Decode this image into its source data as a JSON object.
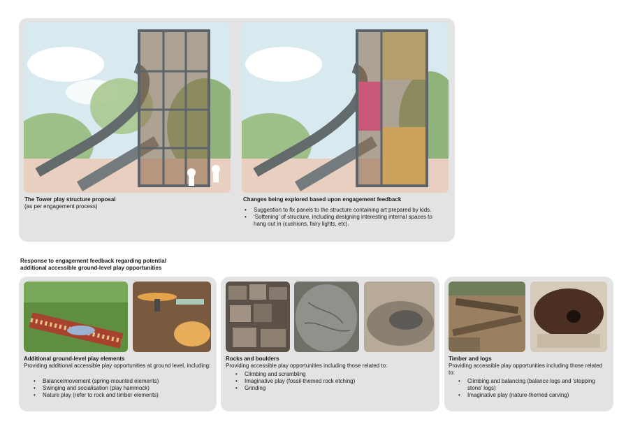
{
  "top": {
    "tower": {
      "title": "The Tower play structure proposal",
      "subtitle": "(as per engagement process)"
    },
    "changes": {
      "title": "Changes being explored based upon engagement feedback",
      "bullets": [
        "Suggestion to fix panels to the structure containing art prepared by kids.",
        "‘Softening’ of structure, including designing interesting internal spaces to hang out in (cushions, fairy lights, etc)."
      ]
    }
  },
  "response_heading": {
    "line1": "Response to engagement feedback regarding potential",
    "line2": "additional accessible ground-level play opportunities"
  },
  "cards": {
    "ground": {
      "title": "Additional ground-level play elements",
      "intro": "Providing additional accessible play opportunities at ground level, including:",
      "bullets": [
        "Balance/movement (spring-mounted elements)",
        "Swinging and socialisation (play hammock)",
        "Nature play (refer to rock and timber elements)"
      ]
    },
    "rocks": {
      "title": "Rocks and boulders",
      "intro": "Providing accessible play opportunities including those related to:",
      "bullets": [
        "Climbing and scrambling",
        "Imaginative play (fossil-themed rock etching)",
        "Grinding"
      ]
    },
    "timber": {
      "title": "Timber and logs",
      "intro": "Providing accessible play opportunities including those related to:",
      "bullets": [
        "Climbing and balancing (balance logs and ‘stepping stone’ logs)",
        "Imaginative play (nature-themed carving)"
      ]
    }
  },
  "colors": {
    "panel": "#e3e3e3",
    "sky": "#cfe3ea",
    "tower_steel": "#6d7478",
    "slide": "#6a7071",
    "timber": "#8a6a4a",
    "foliage": "#7fa36a"
  }
}
